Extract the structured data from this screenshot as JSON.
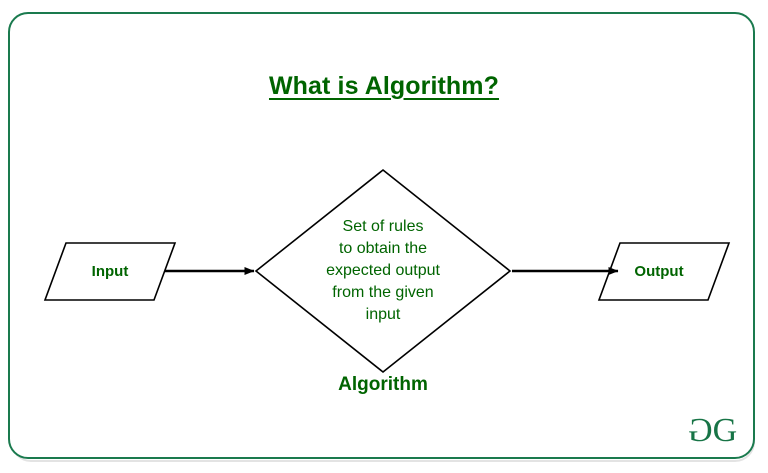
{
  "page": {
    "title": "What is Algorithm?",
    "frame_color": "#1a7a4e",
    "text_color": "#006400",
    "shape_stroke_color": "#000000",
    "background": "#ffffff"
  },
  "diagram": {
    "type": "flowchart",
    "orientation": "left-to-right",
    "nodes": [
      {
        "id": "input",
        "shape": "parallelogram",
        "label": "Input"
      },
      {
        "id": "process",
        "shape": "diamond",
        "lines": [
          "Set of rules",
          "to obtain the",
          "expected output",
          "from the given",
          "input"
        ],
        "caption": "Algorithm"
      },
      {
        "id": "output",
        "shape": "parallelogram",
        "label": "Output"
      }
    ],
    "edges": [
      {
        "id": "edge-input-process",
        "from": "input",
        "to": "process",
        "style": "solid-arrow"
      },
      {
        "id": "edge-process-output",
        "from": "process",
        "to": "output",
        "style": "solid-arrow"
      }
    ]
  },
  "brand": {
    "logo_glyph_left": "G",
    "logo_glyph_right": "G",
    "logo_name": "geeksforgeeks-logo",
    "logo_color": "#177446"
  }
}
